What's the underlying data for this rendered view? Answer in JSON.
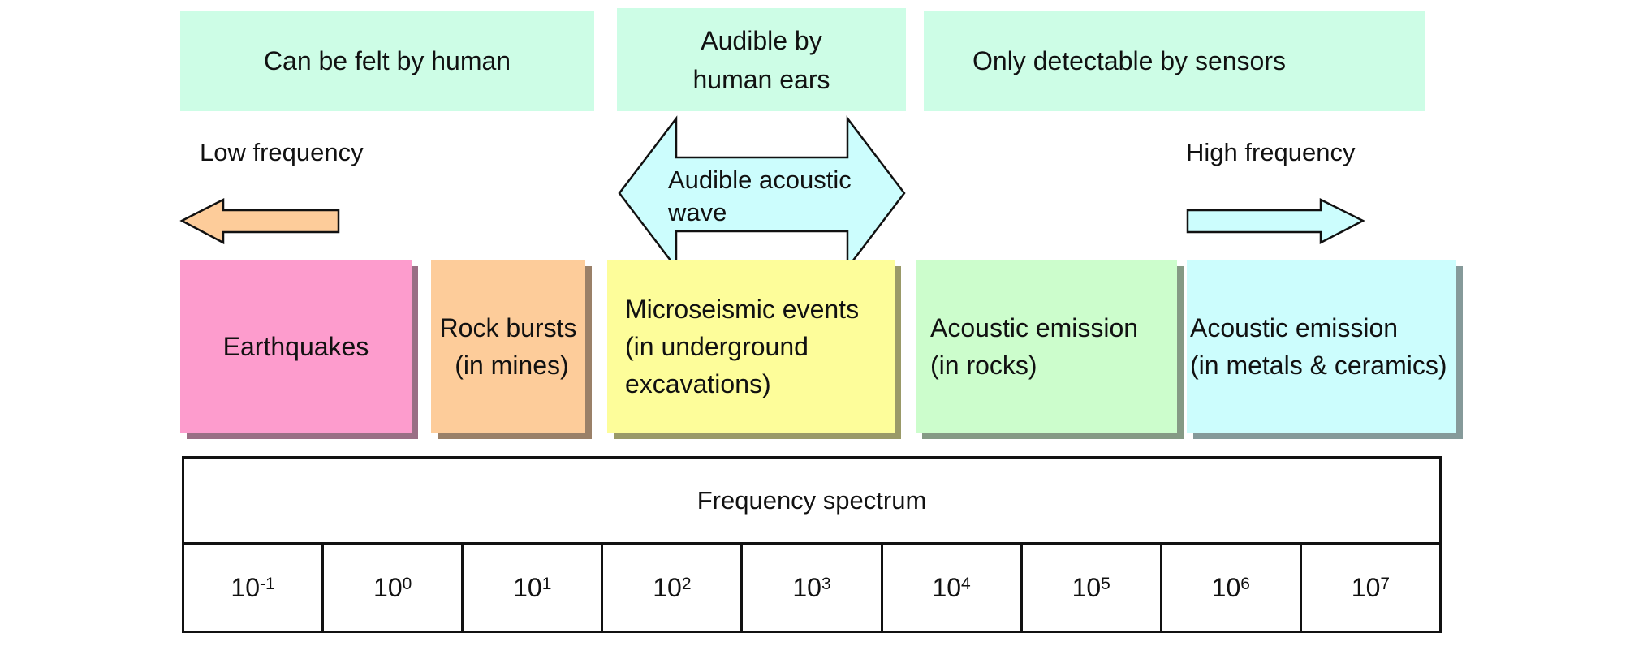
{
  "colors": {
    "banner": "#cdfde6",
    "earthquakes": "#fd9ccd",
    "rock_bursts": "#fdcc9a",
    "microseismic": "#fdfd9a",
    "acoustic_rocks": "#ccfdcc",
    "acoustic_metals": "#ccfdfd",
    "arrow_low": "#fdcc9a",
    "arrow_audible": "#ccfdfd",
    "arrow_high": "#ccfdfd"
  },
  "banners": {
    "felt": [
      "Can be felt by human"
    ],
    "audible": [
      "Audible by",
      "human ears"
    ],
    "sensors": [
      "Only detectable by sensors"
    ]
  },
  "directions": {
    "low": "Low frequency",
    "high": "High frequency"
  },
  "audible_arrow": [
    "Audible acoustic",
    "wave"
  ],
  "events": {
    "earthquakes": [
      "Earthquakes"
    ],
    "rock_bursts": [
      "Rock bursts",
      " (in mines)"
    ],
    "microseismic": [
      "Microseismic events",
      "(in underground",
      "excavations)"
    ],
    "acoustic_rocks": [
      "Acoustic emission",
      "(in rocks)"
    ],
    "acoustic_metals": [
      "Acoustic emission",
      "(in metals & ceramics)"
    ]
  },
  "spectrum": {
    "title": "Frequency spectrum",
    "base": "10",
    "exponents": [
      "-1",
      "0",
      "1",
      "2",
      "3",
      "4",
      "5",
      "6",
      "7"
    ]
  }
}
